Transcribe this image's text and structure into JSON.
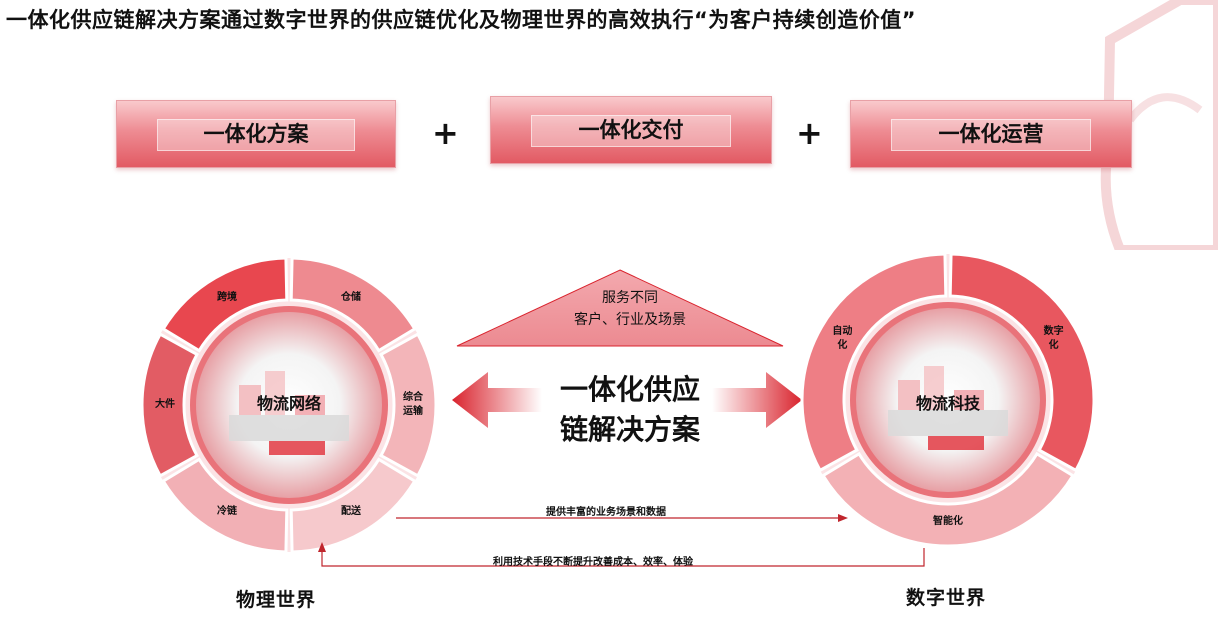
{
  "title": "一体化供应链解决方案通过数字世界的供应链优化及物理世界的高效执行“为客户持续创造价值”",
  "pillars": [
    {
      "label": "一体化方案"
    },
    {
      "label": "一体化交付"
    },
    {
      "label": "一体化运营"
    }
  ],
  "plus_sign": "+",
  "center": {
    "triangle_line1": "服务不同",
    "triangle_line2": "客户、行业及场景",
    "title_line1": "一体化供应",
    "title_line2": "链解决方案"
  },
  "physical": {
    "core": "物流网络",
    "segments": [
      "跨境",
      "仓储",
      "综合\n运输",
      "配送",
      "冷链",
      "大件"
    ],
    "world_label": "物理世界"
  },
  "digital": {
    "core": "物流科技",
    "segments": [
      "自动\n化",
      "数字\n化",
      "智能化"
    ],
    "world_label": "数字世界"
  },
  "flows": {
    "to_digital": "提供丰富的业务场景和数据",
    "to_physical": "利用技术手段不断提升改善成本、效率、体验"
  },
  "colors": {
    "red_dark": "#d9232d",
    "red_mid": "#e8636b",
    "red_light": "#f6c3c6"
  }
}
